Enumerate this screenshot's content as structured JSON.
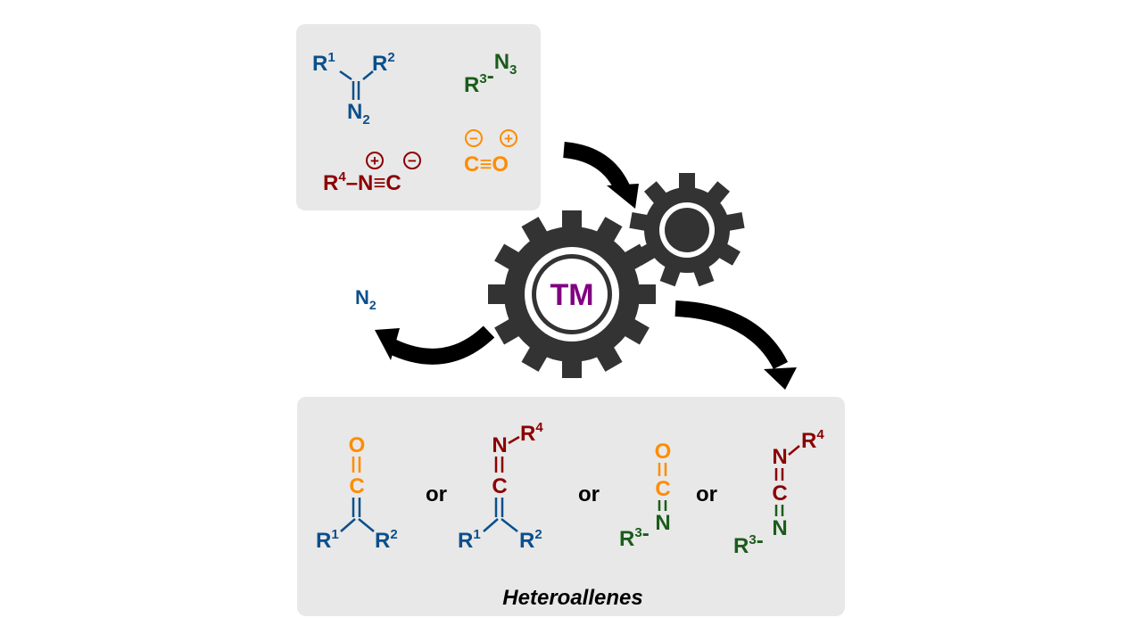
{
  "reagents": {
    "diazo": {
      "r1": "R",
      "s1": "1",
      "r2": "R",
      "s2": "2",
      "n": "N",
      "nsub": "2"
    },
    "azide": {
      "r": "R",
      "s": "3",
      "dash": "-",
      "n": "N",
      "nsub": "3"
    },
    "isocyanide": {
      "r": "R",
      "s": "4",
      "link": "–N≡C",
      "plus": "+",
      "minus": "−"
    },
    "co": {
      "text": "C≡O",
      "minus": "−",
      "plus": "+"
    }
  },
  "catalyst": {
    "label": "TM"
  },
  "byproduct": {
    "n": "N",
    "sub": "2"
  },
  "products": {
    "connector": "or",
    "ketene": {
      "top": "O",
      "mid": "C",
      "r1": "R",
      "s1": "1",
      "r2": "R",
      "s2": "2"
    },
    "ketenimine": {
      "n": "N",
      "r4": "R",
      "s4": "4",
      "c": "C",
      "r1": "R",
      "s1": "1",
      "r2": "R",
      "s2": "2"
    },
    "isocyanate": {
      "o": "O",
      "c": "C",
      "n": "N",
      "r3": "R",
      "s3": "3",
      "dash": "-"
    },
    "carbodiimide": {
      "n1": "N",
      "r4": "R",
      "s4": "4",
      "c": "C",
      "n2": "N",
      "r3": "R",
      "s3": "3",
      "dash": "-"
    },
    "caption": "Heteroallenes"
  },
  "colors": {
    "box": "#e8e8e8",
    "gear": "#333333",
    "arrow": "#000000",
    "blue": "#0b4f8c",
    "green": "#1a5c1a",
    "red": "#8b0000",
    "orange": "#ff8c00",
    "purple": "#800080"
  }
}
